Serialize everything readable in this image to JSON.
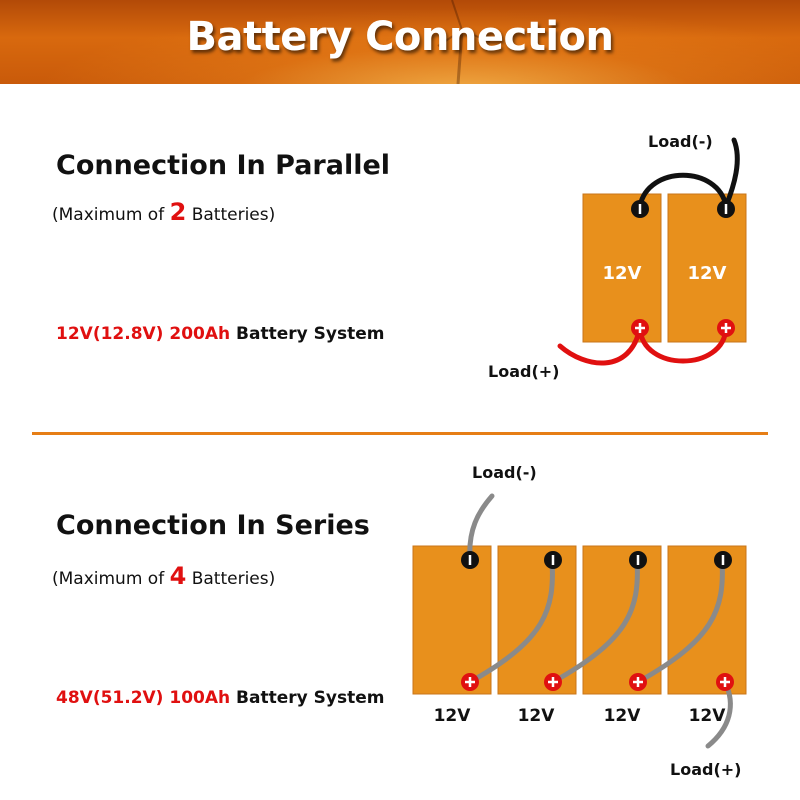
{
  "header": {
    "title": "Battery Connection"
  },
  "parallel": {
    "title": "Connection In Parallel",
    "sub_prefix": "(Maximum of",
    "sub_number": "2",
    "sub_suffix": "Batteries)",
    "system_red": "12V(12.8V) 200Ah",
    "system_black": "Battery System",
    "load_neg": "Load(-)",
    "load_pos": "Load(+)",
    "batteries": [
      "12V",
      "12V"
    ]
  },
  "series": {
    "title": "Connection In Series",
    "sub_prefix": "(Maximum of",
    "sub_number": "4",
    "sub_suffix": "Batteries)",
    "system_red": "48V(51.2V) 100Ah",
    "system_black": "Battery System",
    "load_neg": "Load(-)",
    "load_pos": "Load(+)",
    "batteries": [
      "12V",
      "12V",
      "12V",
      "12V"
    ]
  },
  "colors": {
    "battery": "#e8901c",
    "battery_edge": "#c8751a",
    "wire_black": "#111111",
    "wire_red": "#e01010",
    "wire_gray": "#8a8a8a",
    "accent": "#e67e16",
    "red_text": "#e01010"
  },
  "icons": {
    "negative_terminal": "minus-terminal-icon",
    "positive_terminal": "plus-terminal-icon"
  }
}
